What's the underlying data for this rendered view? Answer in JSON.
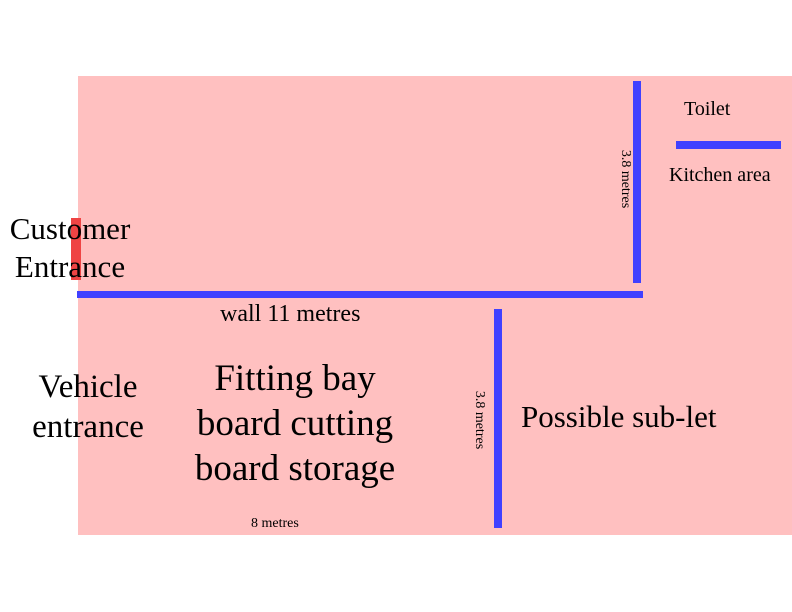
{
  "colors": {
    "floor": "#ffc0c0",
    "wall": "#4040ff",
    "customer_door": "#ef4444"
  },
  "labels": {
    "toilet": "Toilet",
    "kitchen": "Kitchen area",
    "customer_entrance_line1": "Customer",
    "customer_entrance_line2": "Entrance",
    "wall_length": "wall 11 metres",
    "vehicle_entrance_line1": "Vehicle",
    "vehicle_entrance_line2": "entrance",
    "fitting_bay_line1": "Fitting bay",
    "fitting_bay_line2": "board cutting",
    "fitting_bay_line3": "board storage",
    "depth_bottom": "8 metres",
    "possible_sublet": "Possible sub-let",
    "dim_upper_wall": "3.8 metres",
    "dim_lower_wall": "3.8 metres"
  }
}
